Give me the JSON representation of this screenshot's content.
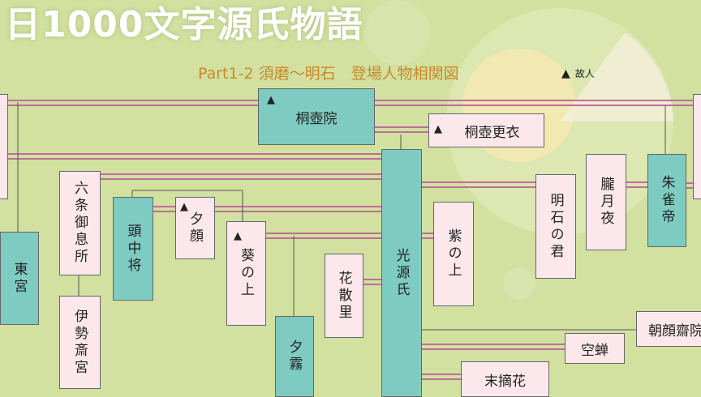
{
  "header": {
    "title": "日1000文字源氏物語",
    "subtitle": "Part1-2 須磨〜明石　登場人物相関図"
  },
  "legend": {
    "symbol": "▲",
    "label": "故人"
  },
  "characters": {
    "kiritsubo_in": "桐壺院",
    "kiritsubo_koui": "桐壺更衣",
    "togu": "東宮",
    "rokujo": "六条御息所",
    "ise": "伊勢斎宮",
    "to_chujo": "頭中将",
    "yugao": "夕顔",
    "aoi": "葵の上",
    "yugiri": "夕霧",
    "hanachirusato": "花散里",
    "genji": "光源氏",
    "murasaki": "紫の上",
    "akashi": "明石の君",
    "oborozukiyo": "朧月夜",
    "suzaku": "朱雀帝",
    "asagao": "朝顔齋院",
    "utsusemi": "空蝉",
    "suetsumuhana": "末摘花"
  },
  "colors": {
    "background": "#d2e0a0",
    "teal": "#7ecbc2",
    "pink": "#fce8ec",
    "link": "#c06c9c",
    "title": "#ffffff",
    "subtitle": "#c98a2b"
  }
}
